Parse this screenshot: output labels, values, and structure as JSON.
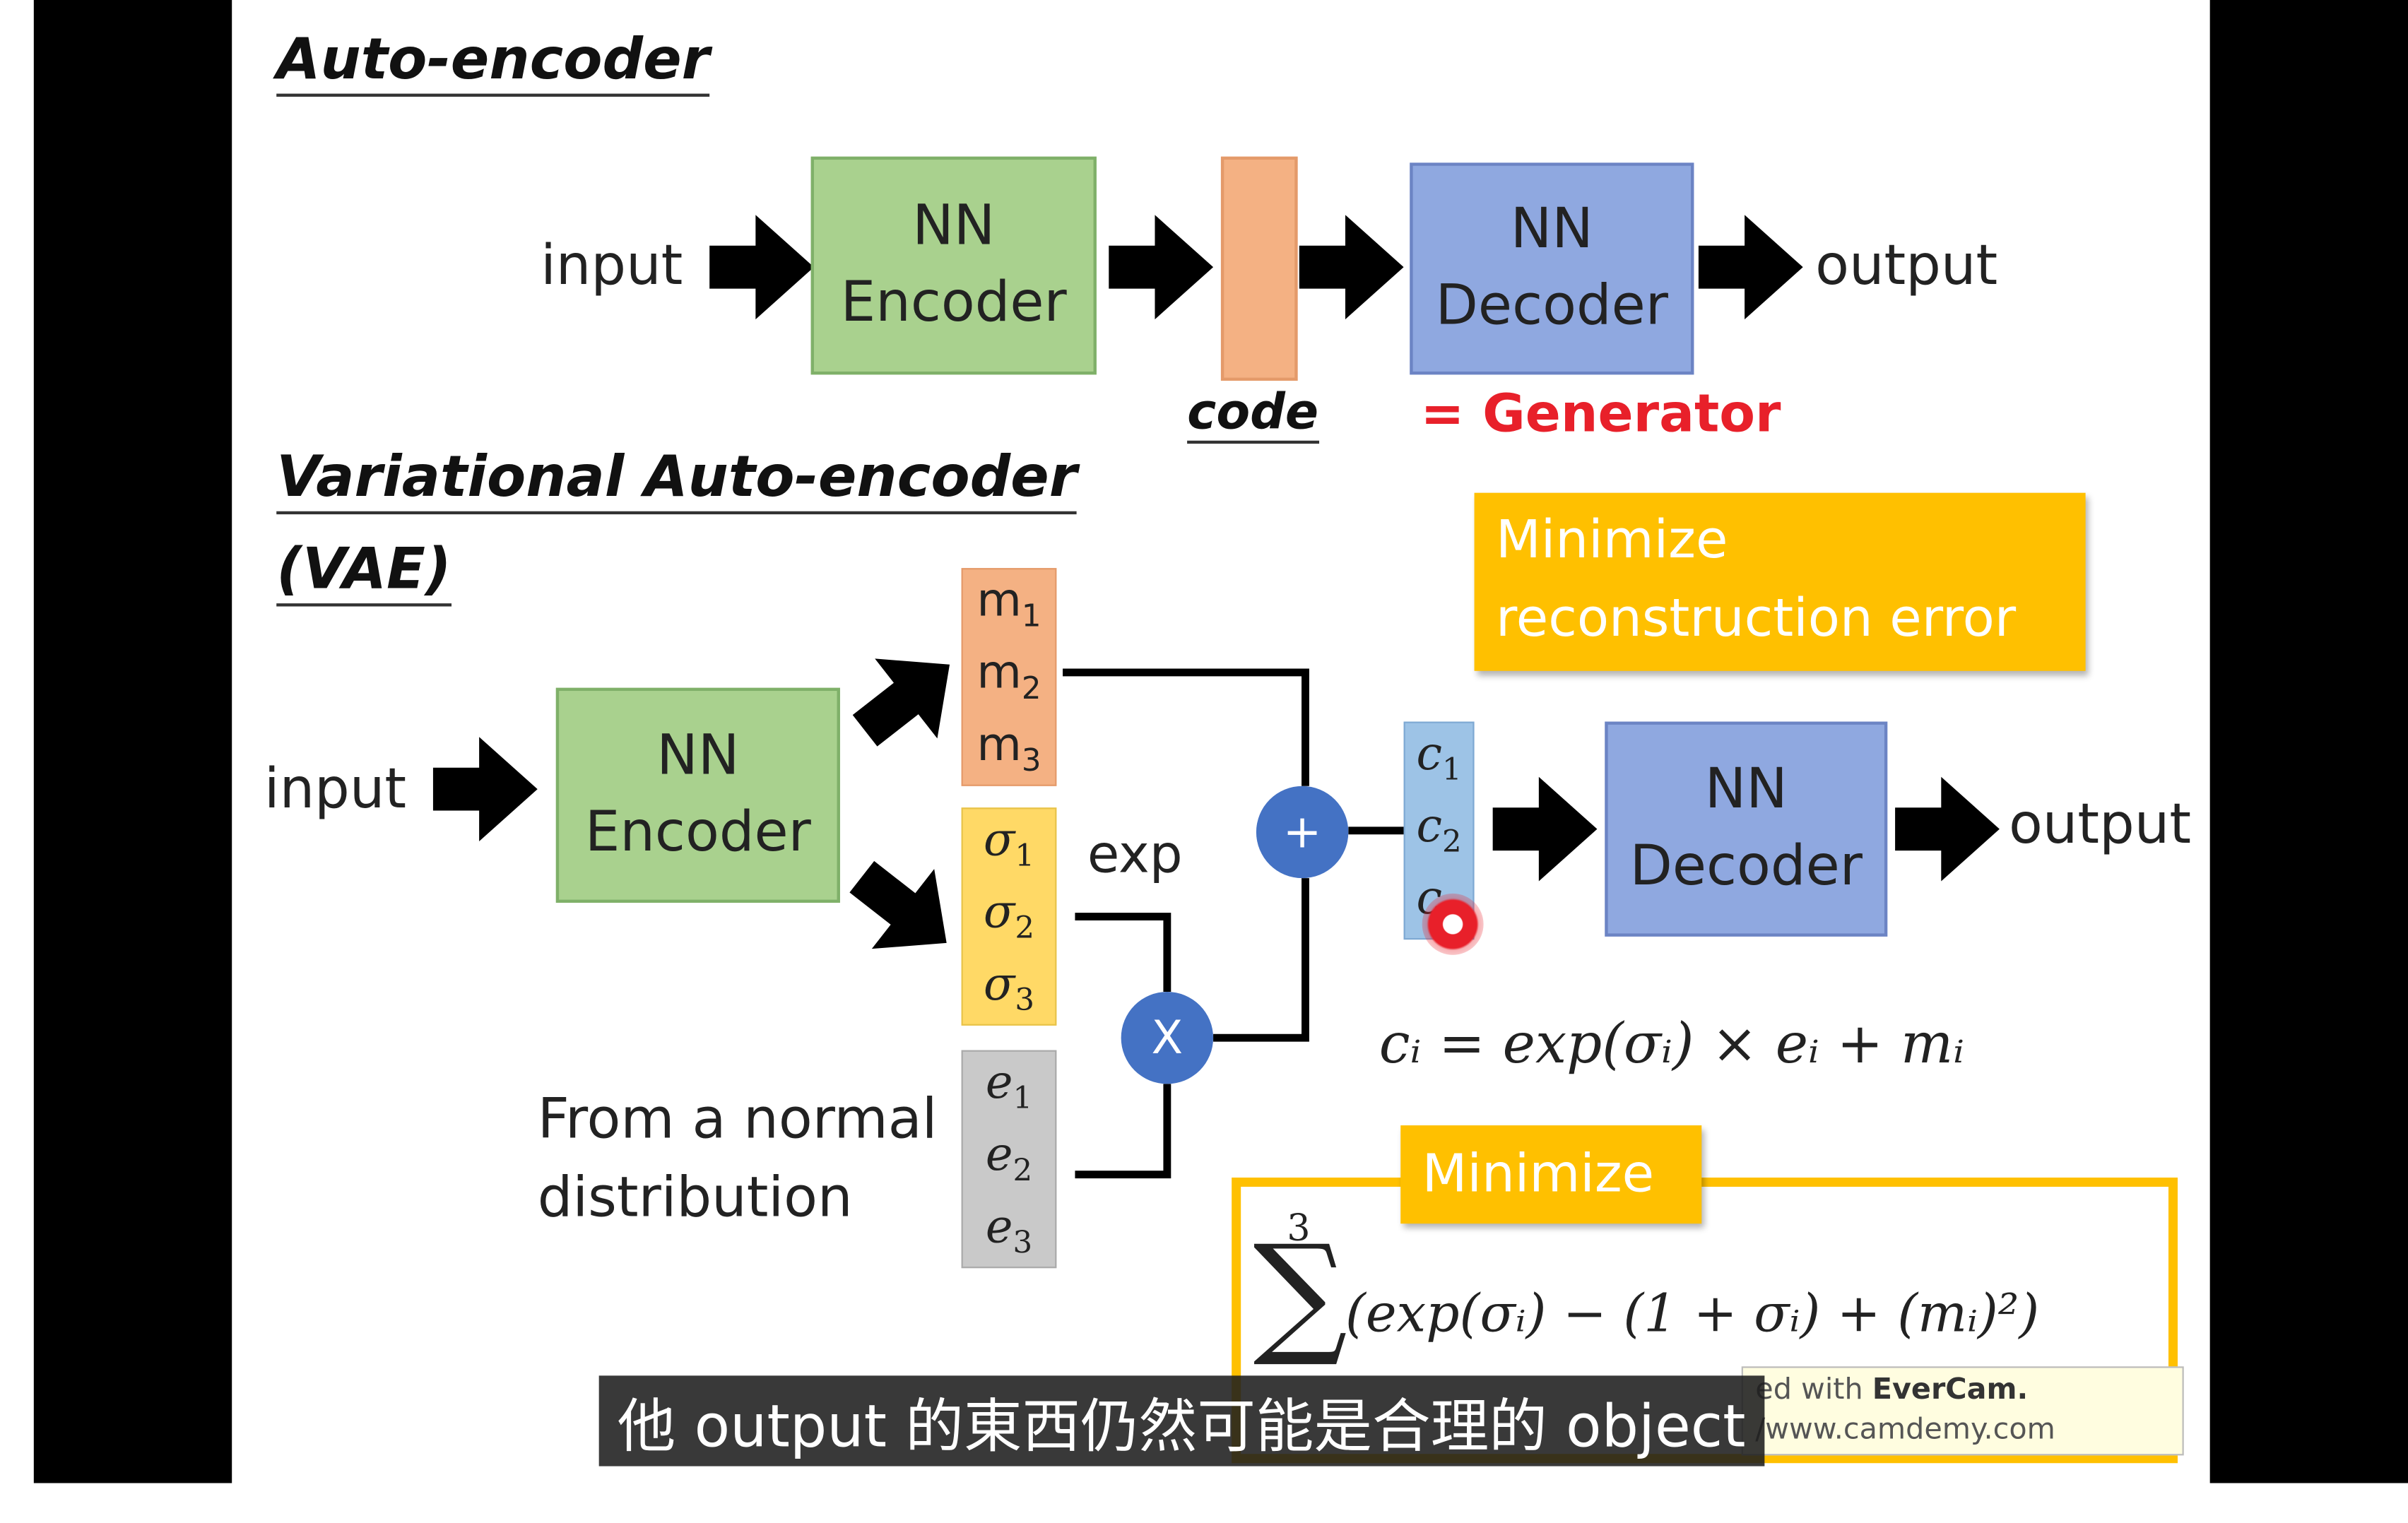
{
  "autoencoder": {
    "heading": "Auto-encoder",
    "input": "input",
    "encoder": [
      "NN",
      "Encoder"
    ],
    "code_label": "code",
    "decoder": [
      "NN",
      "Decoder"
    ],
    "output": "output",
    "generator_label": "= Generator"
  },
  "vae": {
    "heading_line1": "Variational Auto-encoder",
    "heading_line2": "(VAE)",
    "input": "input",
    "encoder": [
      "NN",
      "Encoder"
    ],
    "m": [
      {
        "base": "m",
        "sub": "1"
      },
      {
        "base": "m",
        "sub": "2"
      },
      {
        "base": "m",
        "sub": "3"
      }
    ],
    "sigma": [
      {
        "base": "σ",
        "sub": "1"
      },
      {
        "base": "σ",
        "sub": "2"
      },
      {
        "base": "σ",
        "sub": "3"
      }
    ],
    "e": [
      {
        "base": "e",
        "sub": "1"
      },
      {
        "base": "e",
        "sub": "2"
      },
      {
        "base": "e",
        "sub": "3"
      }
    ],
    "c": [
      {
        "base": "c",
        "sub": "1"
      },
      {
        "base": "c",
        "sub": "2"
      },
      {
        "base": "c",
        "sub": "3"
      }
    ],
    "exp_label": "exp",
    "plus_symbol": "+",
    "times_symbol": "X",
    "normal_line1": "From a normal",
    "normal_line2": "distribution",
    "decoder": [
      "NN",
      "Decoder"
    ],
    "output": "output",
    "minimize_recon_line1": "Minimize",
    "minimize_recon_line2": "reconstruction error",
    "c_formula": "cᵢ = exp(σᵢ) × eᵢ + mᵢ",
    "minimize_label": "Minimize",
    "sum_upper": "3",
    "sum_symbol": "∑",
    "sum_expr": "(exp(σᵢ) − (1 + σᵢ) + (mᵢ)²)"
  },
  "subtitle": "他 output 的東西仍然可能是合理的 object",
  "watermark": {
    "line1_prefix": "ed with ",
    "line1_brand": "EverCam.",
    "line2": "/www.camdemy.com"
  }
}
